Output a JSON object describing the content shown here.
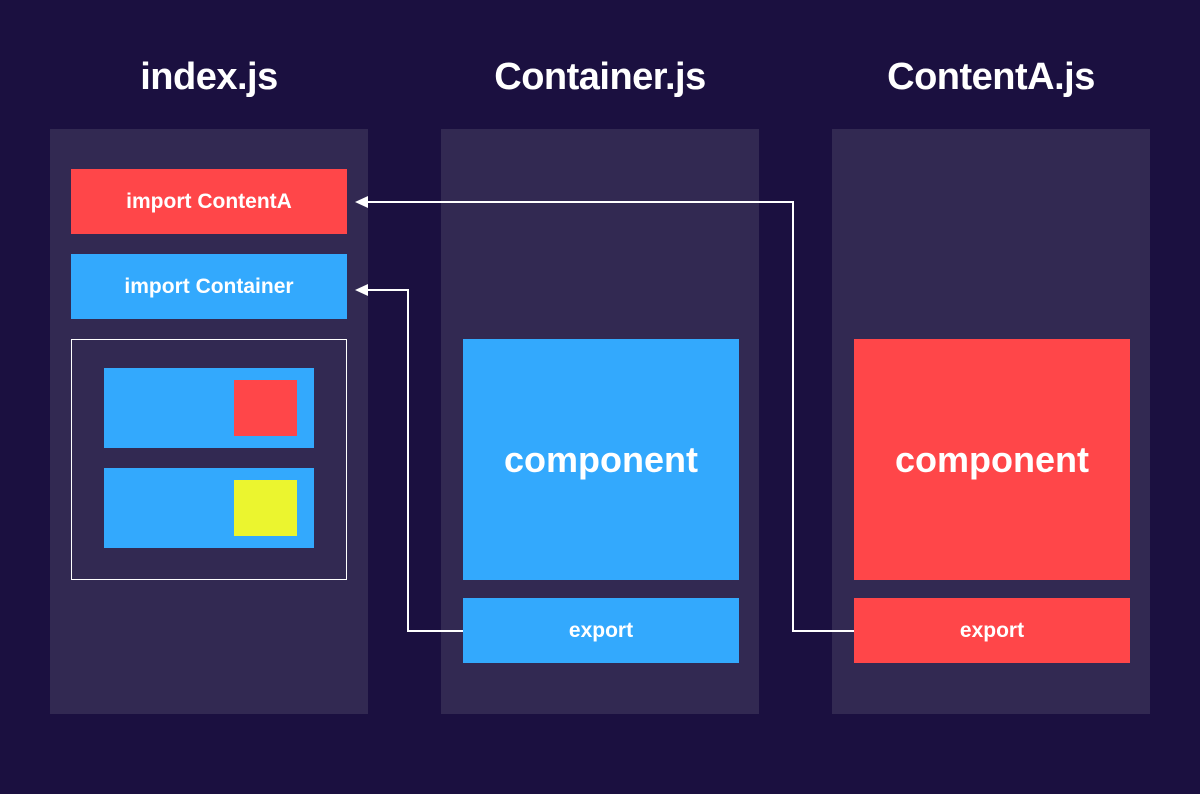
{
  "titles": {
    "index": "index.js",
    "container": "Container.js",
    "contentA": "ContentA.js"
  },
  "index": {
    "import_contentA": "import ContentA",
    "import_container": "import Container"
  },
  "container": {
    "component": "component",
    "export": "export"
  },
  "contentA": {
    "component": "component",
    "export": "export"
  },
  "colors": {
    "background": "#1b1040",
    "column": "#322952",
    "red": "#ff4649",
    "blue": "#33a9fd",
    "yellow": "#ebf52f",
    "arrow": "#ffffff"
  }
}
